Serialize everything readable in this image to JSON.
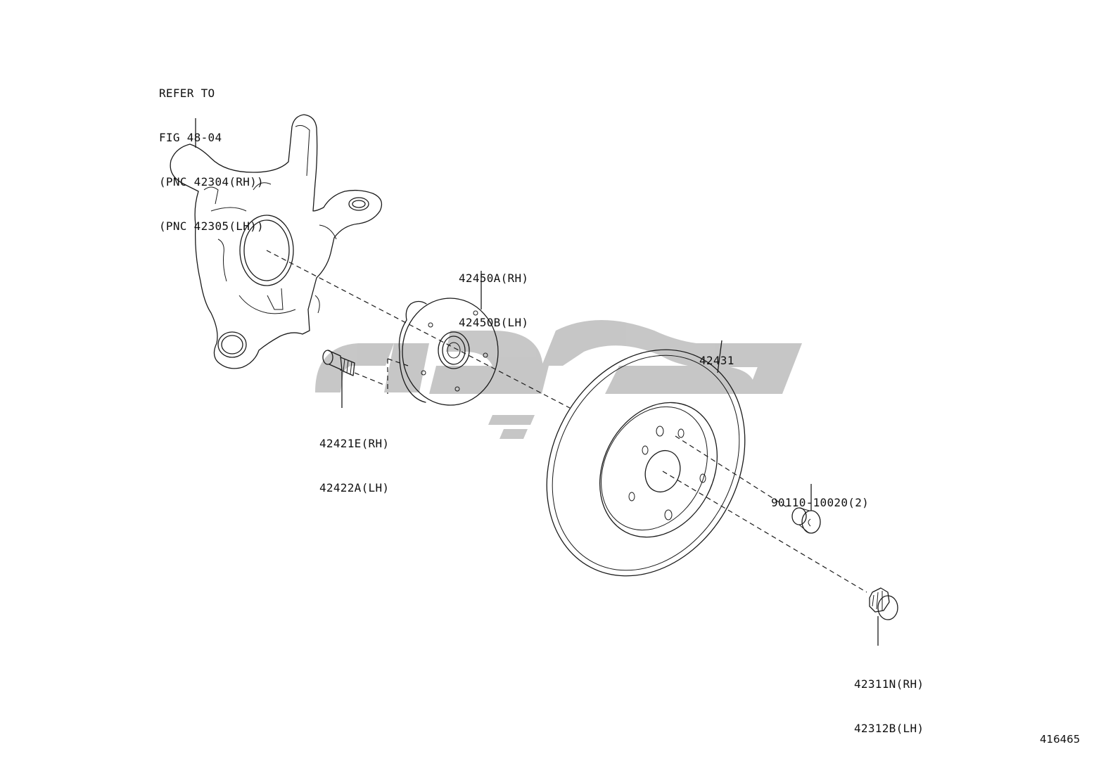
{
  "callouts": {
    "knuckle": {
      "line1": "REFER TO",
      "line2": "FIG 48-04",
      "line3": "(PNC 42304(RH))",
      "line4": "(PNC 42305(LH))"
    },
    "hub": {
      "line1": "42450A(RH)",
      "line2": "42450B(LH)"
    },
    "hub_bolt": {
      "line1": "42421E(RH)",
      "line2": "42422A(LH)"
    },
    "disc": {
      "line1": "42431"
    },
    "screw": {
      "line1": "90110-10020(2)"
    },
    "nut": {
      "line1": "42311N(RH)",
      "line2": "42312B(LH)"
    }
  },
  "figure_number": "416465",
  "watermark": {
    "color": "#c4c4c4"
  }
}
